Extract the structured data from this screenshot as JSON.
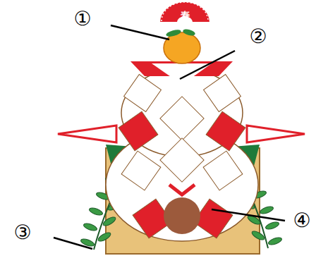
{
  "diagram": {
    "labels": [
      "寿",
      "①",
      "②",
      "③",
      "④"
    ]
  }
}
